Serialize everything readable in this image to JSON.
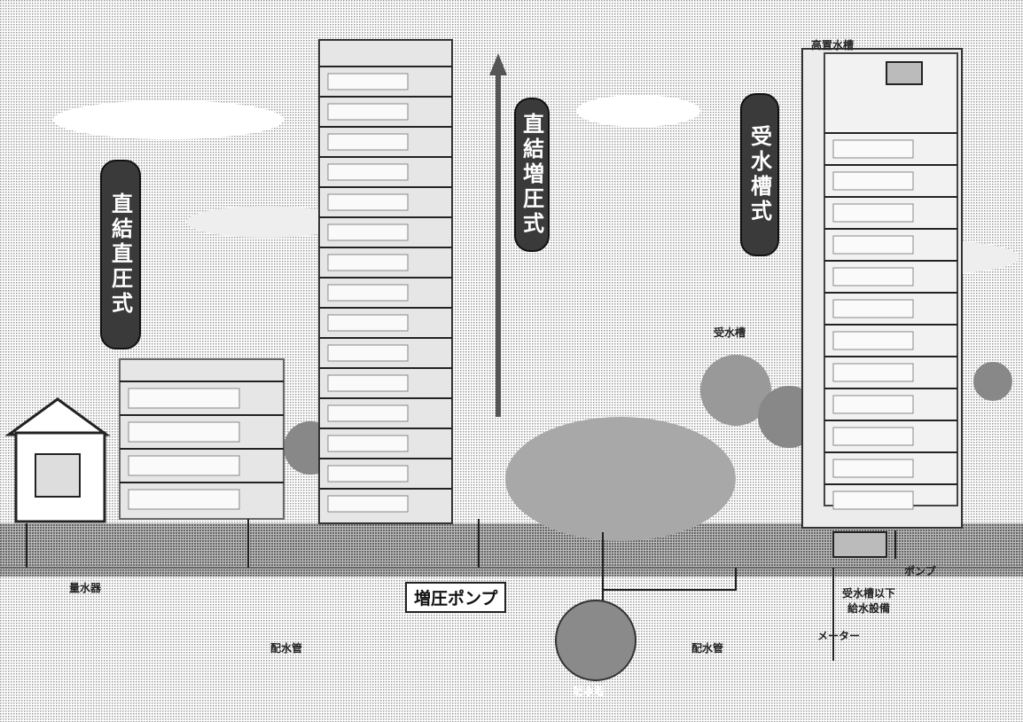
{
  "labels": {
    "direct_pressure": "直結直圧式",
    "booster_direct": "直結増圧式",
    "water_tank": "受水槽式",
    "booster_pump": "増圧ポンプ",
    "meter_left": "量水器",
    "main_left": "配水管",
    "main_right": "配水管",
    "reservoir": "配水池",
    "elevated_tank": "高置水槽",
    "receiving_tank": "受水槽",
    "tank_equipment": "受水槽以下\n給水設備",
    "pump": "ポンプ",
    "meter_right": "メーター"
  },
  "colors": {
    "ground": "#b8b8b8",
    "building": "#e6e6e6",
    "label_bg": "#3a3a3a",
    "tree": "#9a9a9a",
    "sky_cloud": "#d9d9d9"
  }
}
